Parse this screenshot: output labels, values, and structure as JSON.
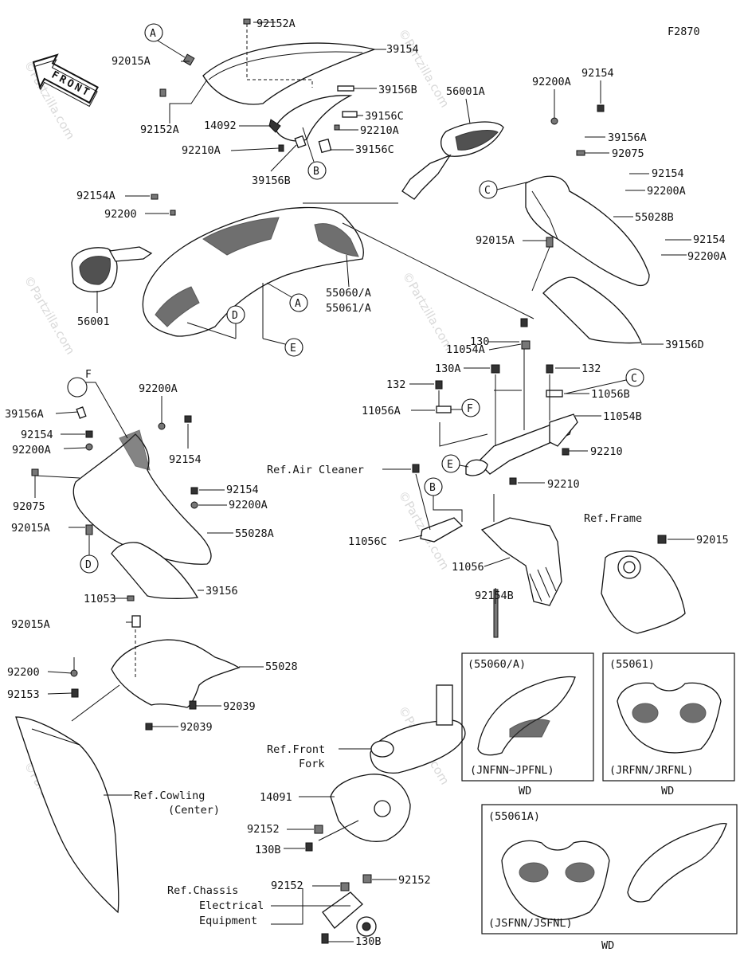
{
  "figure_code": "F2870",
  "watermark": "©Partzilla.com",
  "direction_marker": "FRONT",
  "callouts": [
    "A",
    "B",
    "C",
    "D",
    "E",
    "F"
  ],
  "part_labels": {
    "p92152A_1": "92152A",
    "p39154": "39154",
    "p92015A_1": "92015A",
    "p92152A_2": "92152A",
    "p39156B_1": "39156B",
    "p39156C_1": "39156C",
    "p92210A_1": "92210A",
    "p14092": "14092",
    "p92210A_2": "92210A",
    "p39156C_2": "39156C",
    "p39156B_2": "39156B",
    "p56001A": "56001A",
    "p92200A_1": "92200A",
    "p92154_1": "92154",
    "p39156A_1": "39156A",
    "p92075_1": "92075",
    "p92154_2": "92154",
    "p92200A_2": "92200A",
    "p55028B": "55028B",
    "p92015A_2": "92015A",
    "p92154_3": "92154",
    "p92200A_3": "92200A",
    "p39156D": "39156D",
    "p92154A": "92154A",
    "p92200": "92200",
    "p55060": "55060/A",
    "p55061": "55061/A",
    "p56001": "56001",
    "p130": "130",
    "p11054A": "11054A",
    "p130A": "130A",
    "p132_1": "132",
    "p132_2": "132",
    "p11056B": "11056B",
    "p11056A": "11056A",
    "p11054B": "11054B",
    "p92210_1": "92210",
    "p92210_2": "92210",
    "pRefAir": "Ref.Air Cleaner",
    "p11056C": "11056C",
    "pRefFrame": "Ref.Frame",
    "p92015": "92015",
    "p11056": "11056",
    "p92154B": "92154B",
    "p39156A_2": "39156A",
    "p92200A_4": "92200A",
    "p92154_4": "92154",
    "p92200A_5": "92200A",
    "p92154_5": "92154",
    "p92075_2": "92075",
    "p92154_6": "92154",
    "p92200A_6": "92200A",
    "p92015A_3": "92015A",
    "p55028A": "55028A",
    "p39156": "39156",
    "p11053": "11053",
    "p92015A_4": "92015A",
    "p92200_2": "92200",
    "p92153": "92153",
    "p55028": "55028",
    "p92039_1": "92039",
    "p92039_2": "92039",
    "pRefCowl1": "Ref.Cowling",
    "pRefCowl2": "(Center)",
    "pRefFork1": "Ref.Front",
    "pRefFork2": "Fork",
    "p14091": "14091",
    "p92152_1": "92152",
    "p130B_1": "130B",
    "p92152_2": "92152",
    "p92152_3": "92152",
    "pRefChassis1": "Ref.Chassis",
    "pRefChassis2": "Electrical",
    "pRefChassis3": "Equipment",
    "p130B_2": "130B"
  },
  "variant_boxes": [
    {
      "code": "(55060/A)",
      "models": "(JNFNN~JPFNL)",
      "note": "WD"
    },
    {
      "code": "(55061)",
      "models": "(JRFNN/JRFNL)",
      "note": "WD"
    },
    {
      "code": "(55061A)",
      "models": "(JSFNN/JSFNL)",
      "note": "WD"
    }
  ]
}
